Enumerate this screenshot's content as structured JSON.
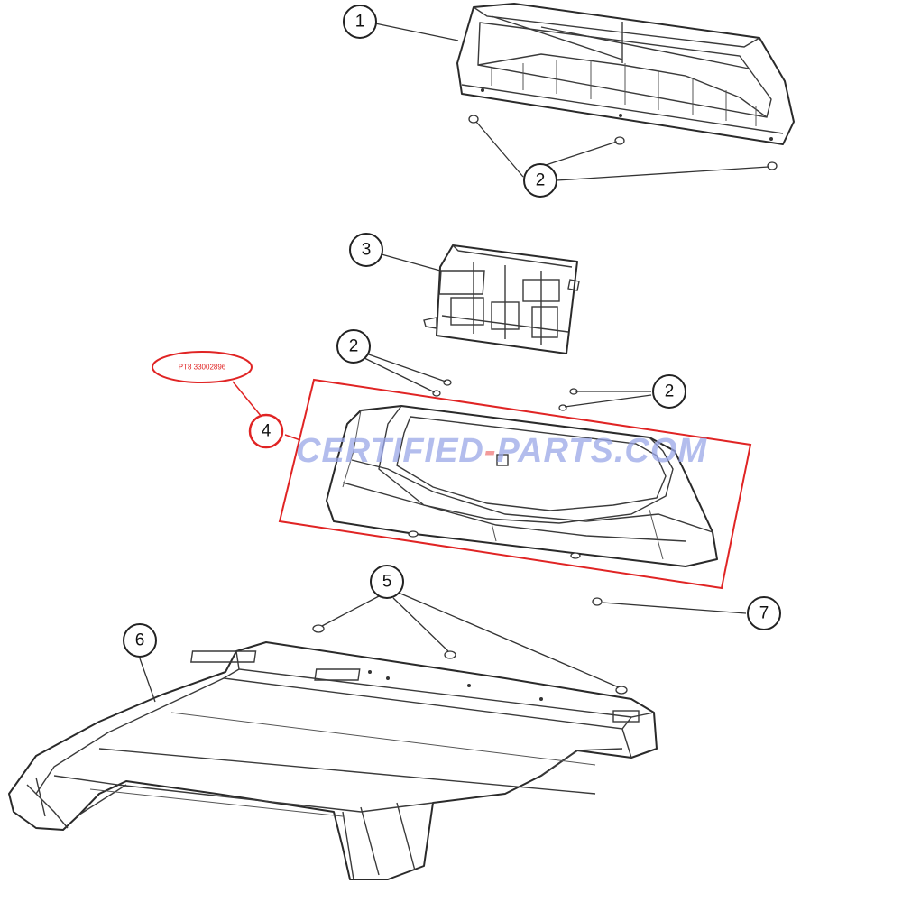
{
  "diagram": {
    "callouts": [
      {
        "id": "callout-1",
        "label": "1"
      },
      {
        "id": "callout-2a",
        "label": "2"
      },
      {
        "id": "callout-3",
        "label": "3"
      },
      {
        "id": "callout-2b",
        "label": "2"
      },
      {
        "id": "callout-2c",
        "label": "2"
      },
      {
        "id": "callout-4",
        "label": "4"
      },
      {
        "id": "callout-5",
        "label": "5"
      },
      {
        "id": "callout-6",
        "label": "6"
      },
      {
        "id": "callout-7",
        "label": "7"
      }
    ],
    "highlight": {
      "part_number": "PT8 33002896",
      "color": "#e02424"
    }
  },
  "watermark": {
    "left": "CERTIFIED",
    "right": "PARTS.COM",
    "text_color": "#9aa7e8",
    "dash_color": "#f07a7a"
  }
}
